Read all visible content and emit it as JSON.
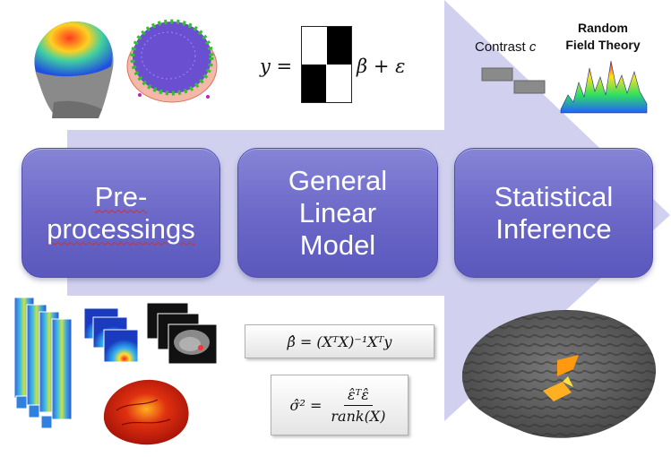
{
  "boxes": {
    "preprocessing": "Pre-\nprocessings",
    "glm": "General\nLinear\nModel",
    "inference": "Statistical\nInference"
  },
  "glm_equation": {
    "lhs": "y =",
    "rhs": "β + ε"
  },
  "contrast": {
    "label": "Contrast",
    "symbol": "c"
  },
  "rft_label": "Random\nField Theory",
  "formulas": {
    "beta_hat": "β̂ = (XᵀX)⁻¹Xᵀy",
    "sigma_lhs": "σ̂² =",
    "sigma_num": "ε̂ᵀε̂",
    "sigma_den": "rank(X)"
  },
  "images": [
    "eeg-head-topography",
    "sensor-mesh",
    "time-frequency-stacks",
    "mri-slices",
    "brain-surface-activation",
    "inflated-brain-activation",
    "random-field-surface"
  ],
  "colors": {
    "box_fill": "#6a67c8",
    "arrow_fill": "#c9c9ec",
    "activation": "#ff9a10"
  }
}
